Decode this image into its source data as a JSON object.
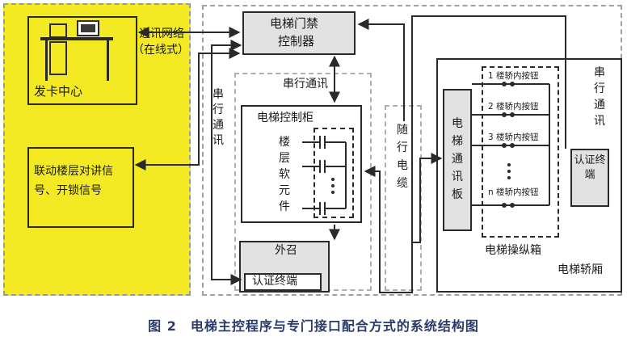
{
  "labels": {
    "card_center": "发卡中心",
    "linkage_signal": "联动楼层对讲信号、开锁信号",
    "network": "通讯网络",
    "online": "（在线式）",
    "access_controller_1": "电梯门禁",
    "access_controller_2": "控制器",
    "serial_top": "串行通讯",
    "serial_left": "串行通讯",
    "control_cabinet": "电梯控制柜",
    "floor_relay": "楼层软元件",
    "trailing_cable": "随行电缆",
    "comm_board": "电梯通讯板",
    "serial_right": "串行通讯",
    "auth_terminal_right": "认证终端",
    "operation_box": "电梯操纵箱",
    "car": "电梯轿厢",
    "outcall": "外召",
    "auth_terminal_bottom": "认证终端",
    "btn1": "1 楼轿内按钮",
    "btn2": "2 楼轿内按钮",
    "btn3": "3 楼轿内按钮",
    "btnn": "n 楼轿内按钮"
  },
  "caption": "图 2　电梯主控程序与专门接口配合方式的系统结构图",
  "colors": {
    "yellow_zone": "#f3ea24",
    "gray_box": "#e2e2e2",
    "line": "#2a2a2a"
  }
}
